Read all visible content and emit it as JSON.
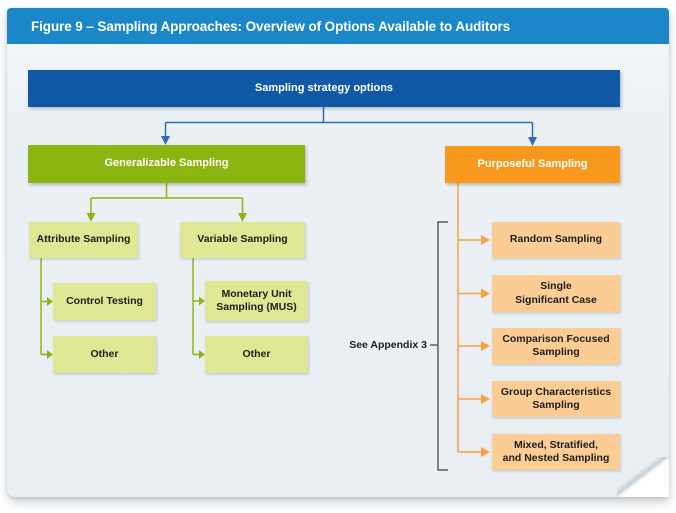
{
  "figure": {
    "title": "Figure 9 – Sampling Approaches: Overview of Options Available to Auditors"
  },
  "root": {
    "label": "Sampling strategy options"
  },
  "generalizable": {
    "label": "Generalizable Sampling",
    "children": [
      {
        "label": "Attribute Sampling",
        "children": [
          "Control Testing",
          "Other"
        ]
      },
      {
        "label": "Variable Sampling",
        "children": [
          "Monetary Unit\nSampling (MUS)",
          "Other"
        ]
      }
    ]
  },
  "purposeful": {
    "label": "Purposeful Sampling",
    "children": [
      "Random Sampling",
      "Single\nSignificant Case",
      "Comparison Focused\nSampling",
      "Group Characteristics\nSampling",
      "Mixed, Stratified,\nand Nested Sampling"
    ]
  },
  "annotation": {
    "label": "See Appendix 3"
  },
  "colors": {
    "header_blue": "#1b87c9",
    "root_blue": "#1159a5",
    "green": "#8cb511",
    "light_green": "#dfe694",
    "orange": "#f8981d",
    "light_orange": "#fbcd95",
    "blue_connector": "#2e6cb7",
    "card_background": "#e8eef2"
  }
}
